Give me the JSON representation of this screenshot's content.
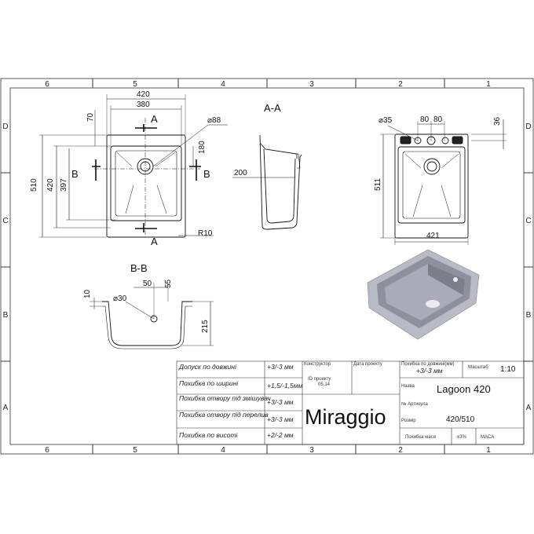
{
  "frame": {
    "zones_top": [
      "6",
      "5",
      "4",
      "3",
      "2",
      "1"
    ],
    "zones_bottom": [
      "6",
      "5",
      "4",
      "3",
      "2",
      "1"
    ],
    "rows_left": [
      "D",
      "C",
      "B",
      "A"
    ],
    "rows_right": [
      "D",
      "C",
      "B",
      "A"
    ]
  },
  "view_top": {
    "dims": {
      "w420": "420",
      "w380": "380",
      "d70": "70",
      "hole": "⌀88",
      "d180": "180",
      "h510": "510",
      "h420": "420",
      "h397": "397",
      "r10": "R10"
    },
    "section_a": "A",
    "section_b": "B"
  },
  "view_aa": {
    "title": "A-A",
    "d200": "200"
  },
  "view_back": {
    "dims": {
      "hole": "⌀35",
      "d80a": "80",
      "d80b": "80",
      "d36": "36",
      "h511": "511",
      "w421": "421"
    }
  },
  "view_bb": {
    "title": "B-B",
    "dims": {
      "d10": "10",
      "hole": "⌀30",
      "d50": "50",
      "d55": "55",
      "d215": "215"
    }
  },
  "title_block": {
    "rows": [
      {
        "label": "Допуск по довжині",
        "value": "+3/-3 мм"
      },
      {
        "label": "Похибка по ширині",
        "value": "+1,5/-1,5мм"
      },
      {
        "label": "Похибка отвору під змішувач",
        "value": "+3/-3 мм"
      },
      {
        "label": "Похибка отвору під перелив",
        "value": "+3/-3 мм"
      },
      {
        "label": "Похибка по висоті",
        "value": "+2/-2 мм"
      }
    ],
    "designer_label": "Конструктор",
    "date_label": "Дата проекту",
    "project_id_label": "ID проекту",
    "project_id_value": "05.14",
    "hole_error_label": "Похибка по довжині(мм)",
    "hole_error_value": "+3/-3 мм",
    "scale_label": "Масштаб",
    "scale_value": "1:10",
    "name_label": "Назва",
    "name_value": "Lagoon 420",
    "article_label": "№ Артикула",
    "size_label": "Розмір",
    "size_value": "420/510",
    "brand": "Miraggio",
    "mass_error_label": "Похибка маси",
    "mass_error_value": "±3%",
    "mass_label": "МАСА"
  },
  "colors": {
    "render_body": "#b8bac6",
    "render_shadow": "#8e909c",
    "line": "#111111"
  }
}
